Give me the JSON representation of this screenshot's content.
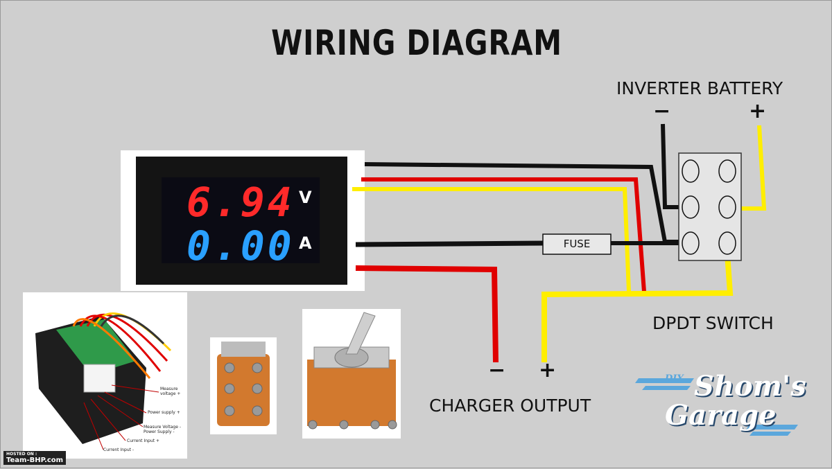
{
  "title": "WIRING DIAGRAM",
  "battery": {
    "label": "INVERTER BATTERY",
    "minus": "−",
    "plus": "+"
  },
  "meter": {
    "voltage": "6.94",
    "voltage_unit": "V",
    "current": "0.00",
    "current_unit": "A"
  },
  "fuse": "FUSE",
  "switch_label": "DPDT SWITCH",
  "charger": {
    "label": "CHARGER OUTPUT",
    "minus": "−",
    "plus": "+"
  },
  "module_labels": [
    "Measure voltage +",
    "Power supply +",
    "Measure Voltage - Power Supply -",
    "Current Input +",
    "Current Input -"
  ],
  "watermark": {
    "small": "HOSTED ON :",
    "site": "Team-BHP.com"
  },
  "logo": {
    "diy": "DIY",
    "line1": "Shom's",
    "line2": "Garage"
  },
  "colors": {
    "background": "#cfcfcf",
    "wire_black": "#111111",
    "wire_red": "#e00000",
    "wire_yellow": "#ffee00",
    "digit_red": "#ff2a2a",
    "digit_blue": "#2aa0ff"
  }
}
